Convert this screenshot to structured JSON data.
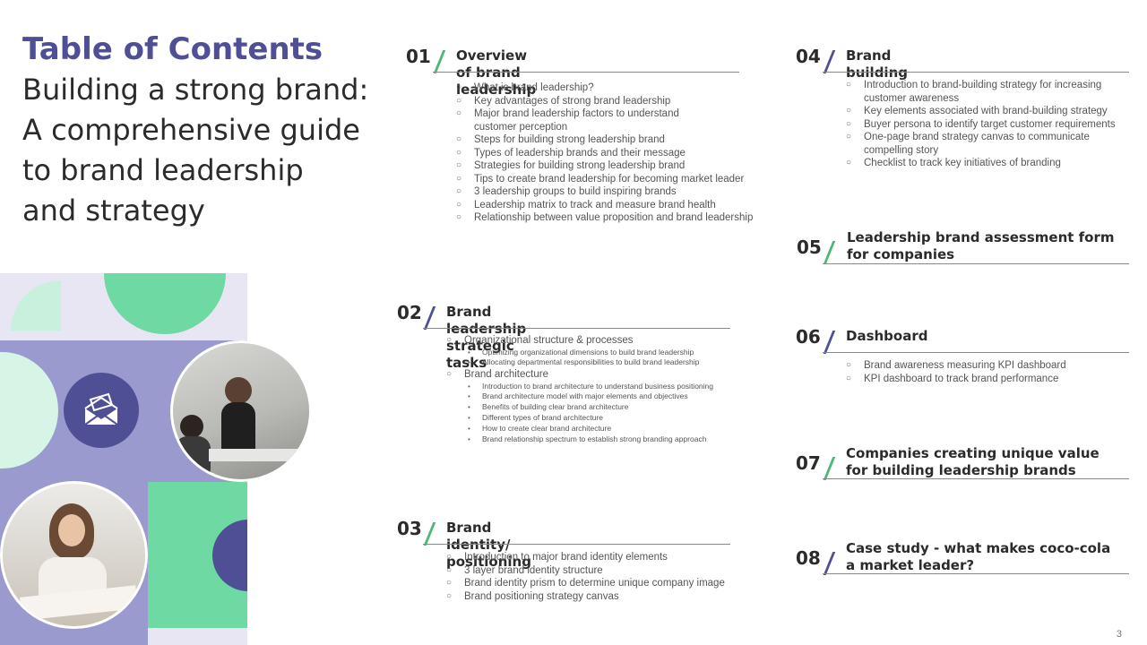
{
  "header": {
    "title": "Table of Contents",
    "subtitle": "Building a strong brand:\nA comprehensive guide\nto brand leadership\nand strategy"
  },
  "colors": {
    "accent_purple": "#4f4f96",
    "accent_green": "#6fd9a4",
    "light_green": "#d6f5e6",
    "mid_purple": "#8f8fc6",
    "bg_lavender": "#e8e6f3"
  },
  "icons": {
    "badge": "mail-envelope-icon"
  },
  "sections": [
    {
      "num": "01",
      "title": "Overview of brand leadership",
      "items": [
        "What is brand leadership?",
        "Key advantages of strong brand leadership",
        "Major brand leadership factors to understand customer perception",
        "Steps for building strong leadership brand",
        "Types of leadership brands and their message",
        "Strategies for building strong leadership brand",
        "Tips to create brand leadership for becoming market leader",
        "3 leadership groups to build inspiring brands",
        "Leadership matrix to track and measure brand health",
        "Relationship between value proposition and brand leadership"
      ]
    },
    {
      "num": "02",
      "title": "Brand leadership strategic tasks",
      "groups": [
        {
          "label": "Organizational structure & processes",
          "sub": [
            "Optimizing organizational dimensions to build brand leadership",
            "Allocating departmental responsibilities to build brand leadership"
          ]
        },
        {
          "label": "Brand architecture",
          "sub": [
            "Introduction to brand architecture to understand business positioning",
            "Brand architecture model with major elements and objectives",
            "Benefits of building clear brand architecture",
            "Different types of brand architecture",
            "How to create clear brand architecture",
            "Brand relationship spectrum to establish strong branding approach"
          ]
        }
      ]
    },
    {
      "num": "03",
      "title": "Brand identity/ positioning",
      "items": [
        "Introduction to major brand identity elements",
        "3 layer brand identity structure",
        "Brand identity prism to determine unique company image",
        "Brand positioning strategy canvas"
      ]
    },
    {
      "num": "04",
      "title": "Brand building",
      "items": [
        "Introduction to brand-building strategy for increasing customer awareness",
        "Key elements associated with brand-building strategy",
        "Buyer persona to identify target customer requirements",
        "One-page brand strategy canvas to communicate compelling story",
        "Checklist to track key initiatives of branding"
      ]
    },
    {
      "num": "05",
      "title": "Leadership brand assessment form for companies"
    },
    {
      "num": "06",
      "title": "Dashboard",
      "items": [
        "Brand awareness measuring KPI dashboard",
        "KPI dashboard to track brand performance"
      ]
    },
    {
      "num": "07",
      "title": "Companies creating unique value for building leadership brands"
    },
    {
      "num": "08",
      "title": "Case study - what makes coco-cola a market leader?"
    }
  ],
  "footer": {
    "page_number": "3"
  }
}
